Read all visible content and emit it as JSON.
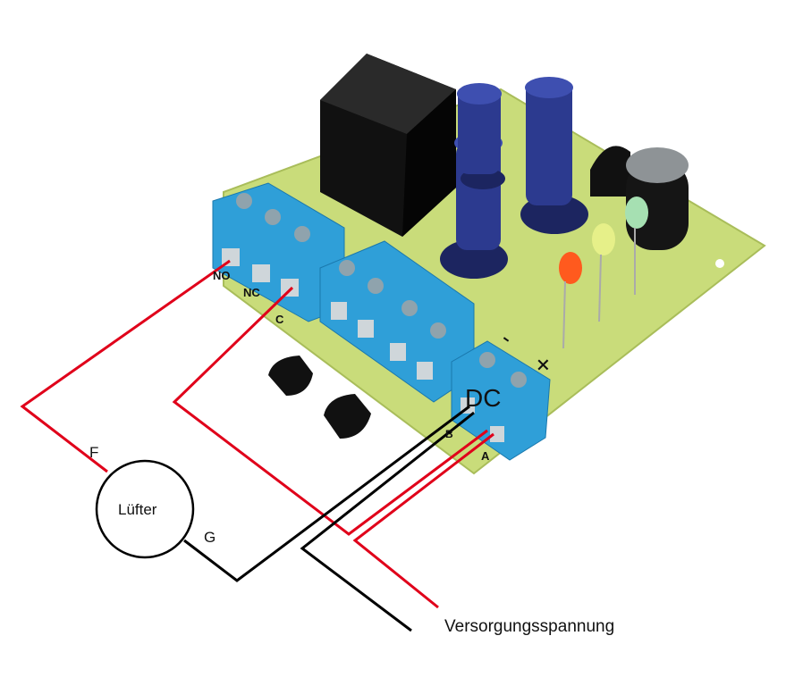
{
  "labels": {
    "no": "NO",
    "nc": "NC",
    "c": "C",
    "dc": "DC",
    "minus": "-",
    "plus": "+",
    "b": "B",
    "a": "A",
    "f": "F",
    "g": "G",
    "fan": "Lüfter",
    "supply": "Versorgungsspannung"
  },
  "colors": {
    "board": "#c9dc7a",
    "terminal": "#2f9fd8",
    "relay": "#0c0c0c",
    "pot": "#27358a",
    "wire_red": "#e0001a",
    "wire_black": "#000000"
  }
}
